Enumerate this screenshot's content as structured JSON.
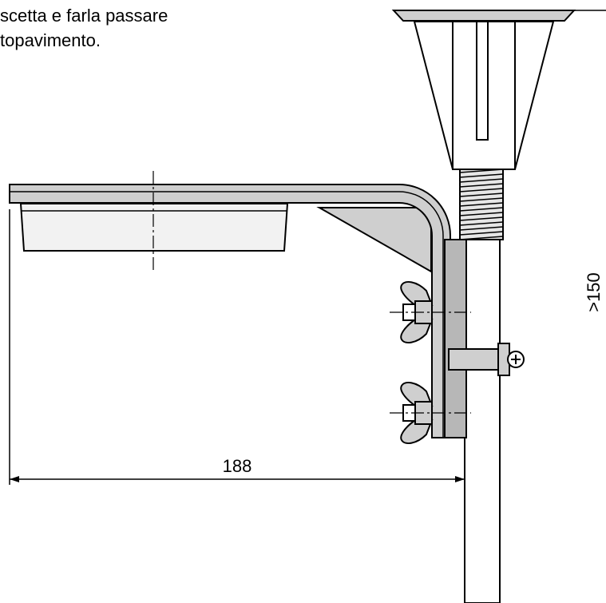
{
  "caption": {
    "line1": "scetta e farla passare",
    "line2": "topavimento."
  },
  "dimensions": {
    "width_label": "188",
    "height_label": ">150"
  },
  "colors": {
    "stroke": "#000000",
    "light_gray": "#f2f2f2",
    "mid_gray": "#cfcfcf",
    "dark_gray": "#b7b7b7"
  }
}
